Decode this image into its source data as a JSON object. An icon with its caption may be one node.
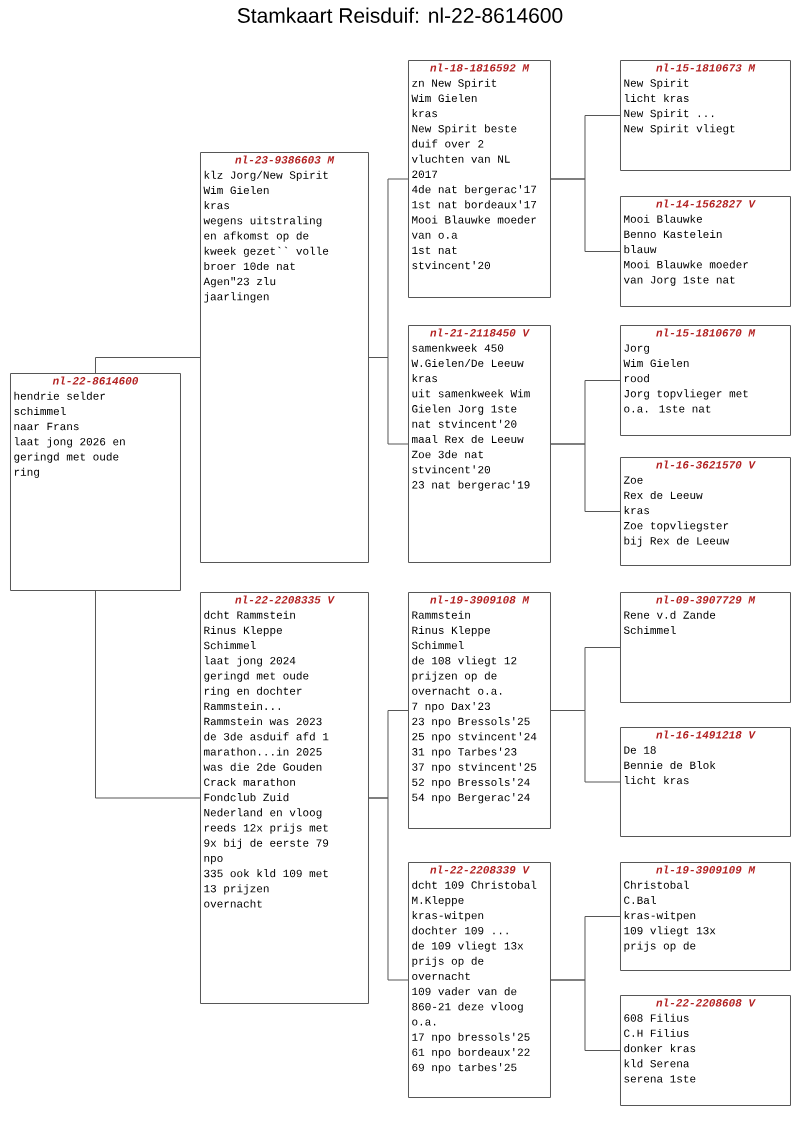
{
  "diagram": {
    "title": "Stamkaart Reisduif: nl-22-8614600",
    "nodes": [
      {
        "text": [
          "nl-22-8614600",
          "hendrie selder",
          "schimmel",
          "naar Frans",
          "laat jong 2026 en geringd met oude ring"
        ]
      },
      {
        "text": [
          "nl-23-9386603 M",
          "klz Jorg/New Spirit",
          "Wim Gielen",
          "kras",
          "wegens uitstraling en afkomst op de kweek gezet`` volle broer 10de nat Agen\"23 zlu jaarlingen"
        ]
      },
      {
        "text": [
          "nl-18-1816592 M",
          "zn New Spirit",
          "Wim Gielen",
          "kras",
          "New Spirit beste duif over 2 vluchten van NL 2017",
          "4de nat bergerac'17",
          "1st nat bordeaux'17",
          "Mooi Blauwke moeder van o.a",
          "1st nat stvincent'20"
        ]
      },
      {
        "text": [
          "nl-15-1810673 M",
          "New Spirit",
          "licht kras",
          "New Spirit ...",
          "New Spirit vliegt"
        ]
      },
      {
        "text": [
          "nl-14-1562827 V",
          "Mooi Blauwke",
          "Benno Kastelein",
          "blauw",
          "Mooi Blauwke moeder van Jorg 1ste nat"
        ]
      },
      {
        "text": [
          "nl-21-2118450 V",
          "samenkweek 450",
          "W.Gielen/De Leeuw",
          "kras",
          "uit samenkweek Wim Gielen Jorg 1ste nat stvincent'20 maal Rex de Leeuw Zoe 3de nat stvincent'20",
          "23 nat bergerac'19"
        ]
      },
      {
        "text": [
          "nl-15-1810670 M",
          "Jorg",
          "Wim Gielen",
          "rood",
          "Jorg topvlieger met o.a. 1ste nat"
        ]
      },
      {
        "text": [
          "nl-16-3621570 V",
          "Zoe",
          "Rex de Leeuw",
          "kras",
          "Zoe topvliegster bij Rex de Leeuw"
        ]
      },
      {
        "text": [
          "nl-22-2208335 V",
          "dcht Rammstein",
          "Rinus Kleppe",
          "Schimmel",
          "laat jong 2024 geringd met oude ring en dochter Rammstein...",
          "Rammstein was 2023 de 3de asduif afd 1 marathon...in 2025 was die 2de Gouden Crack marathon Fondclub Zuid Nederland en vloog reeds 12x prijs met 9x bij de eerste 79 npo",
          "335 ook kld 109 met 13 prijzen overnacht"
        ]
      },
      {
        "text": [
          "nl-19-3909108 M",
          "Rammstein",
          "Rinus Kleppe",
          "Schimmel",
          "de 108 vliegt 12 prijzen op de overnacht o.a.",
          "7 npo Dax'23",
          "23 npo Bressols'25",
          "25 npo stvincent'24",
          "31 npo Tarbes'23",
          "37 npo stvincent'25",
          "52 npo Bressols'24",
          "54 npo Bergerac'24"
        ]
      },
      {
        "text": [
          "nl-09-3907729 M",
          "Rene v.d Zande",
          "Schimmel"
        ]
      },
      {
        "text": [
          "nl-16-1491218 V",
          "De 18",
          "Bennie de Blok",
          "licht kras"
        ]
      },
      {
        "text": [
          "nl-22-2208339 V",
          "dcht 109 Christobal",
          "M.Kleppe",
          "kras-witpen",
          "dochter 109 ...",
          "de 109 vliegt 13x prijs op de overnacht",
          "109 vader van de 860-21 deze vloog o.a.",
          "17 npo bressols'25",
          "61 npo bordeaux'22",
          "69 npo tarbes'25"
        ]
      },
      {
        "text": [
          "nl-19-3909109 M",
          "Christobal",
          "C.Bal",
          "kras-witpen",
          "109 vliegt 13x prijs op de"
        ]
      },
      {
        "text": [
          "nl-22-2208608 V",
          "608 Filius",
          "C.H Filius",
          "donker kras",
          "kld Serena",
          "serena 1ste"
        ]
      }
    ],
    "edges": [
      {
        "from": 0,
        "to": 1,
        "arrow": "none"
      },
      {
        "from": 0,
        "to": 8,
        "arrow": "none"
      },
      {
        "from": 1,
        "to": 2,
        "arrow": "none"
      },
      {
        "from": 1,
        "to": 5,
        "arrow": "none"
      },
      {
        "from": 2,
        "to": 3,
        "arrow": "none"
      },
      {
        "from": 2,
        "to": 4,
        "arrow": "none"
      },
      {
        "from": 5,
        "to": 6,
        "arrow": "none"
      },
      {
        "from": 5,
        "to": 7,
        "arrow": "none"
      },
      {
        "from": 8,
        "to": 9,
        "arrow": "none"
      },
      {
        "from": 8,
        "to": 12,
        "arrow": "none"
      },
      {
        "from": 9,
        "to": 10,
        "arrow": "none"
      },
      {
        "from": 9,
        "to": 11,
        "arrow": "none"
      },
      {
        "from": 12,
        "to": 13,
        "arrow": "none"
      },
      {
        "from": 12,
        "to": 14,
        "arrow": "none"
      }
    ]
  }
}
